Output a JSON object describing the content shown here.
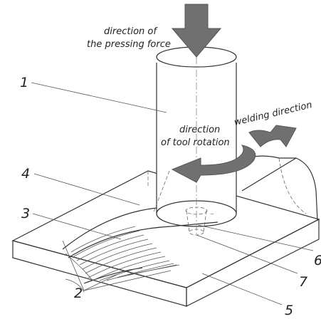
{
  "captions": {
    "pressing_force_line1": "direction of",
    "pressing_force_line2": "the pressing force",
    "welding_direction": "welding direction",
    "tool_rotation_line1": "direction",
    "tool_rotation_line2": "of tool rotation"
  },
  "labels": {
    "l1": "1",
    "l2": "2",
    "l3": "3",
    "l4": "4",
    "l5": "5",
    "l6": "6",
    "l7": "7"
  },
  "colors": {
    "arrow": "#707070",
    "line": "#333333"
  }
}
